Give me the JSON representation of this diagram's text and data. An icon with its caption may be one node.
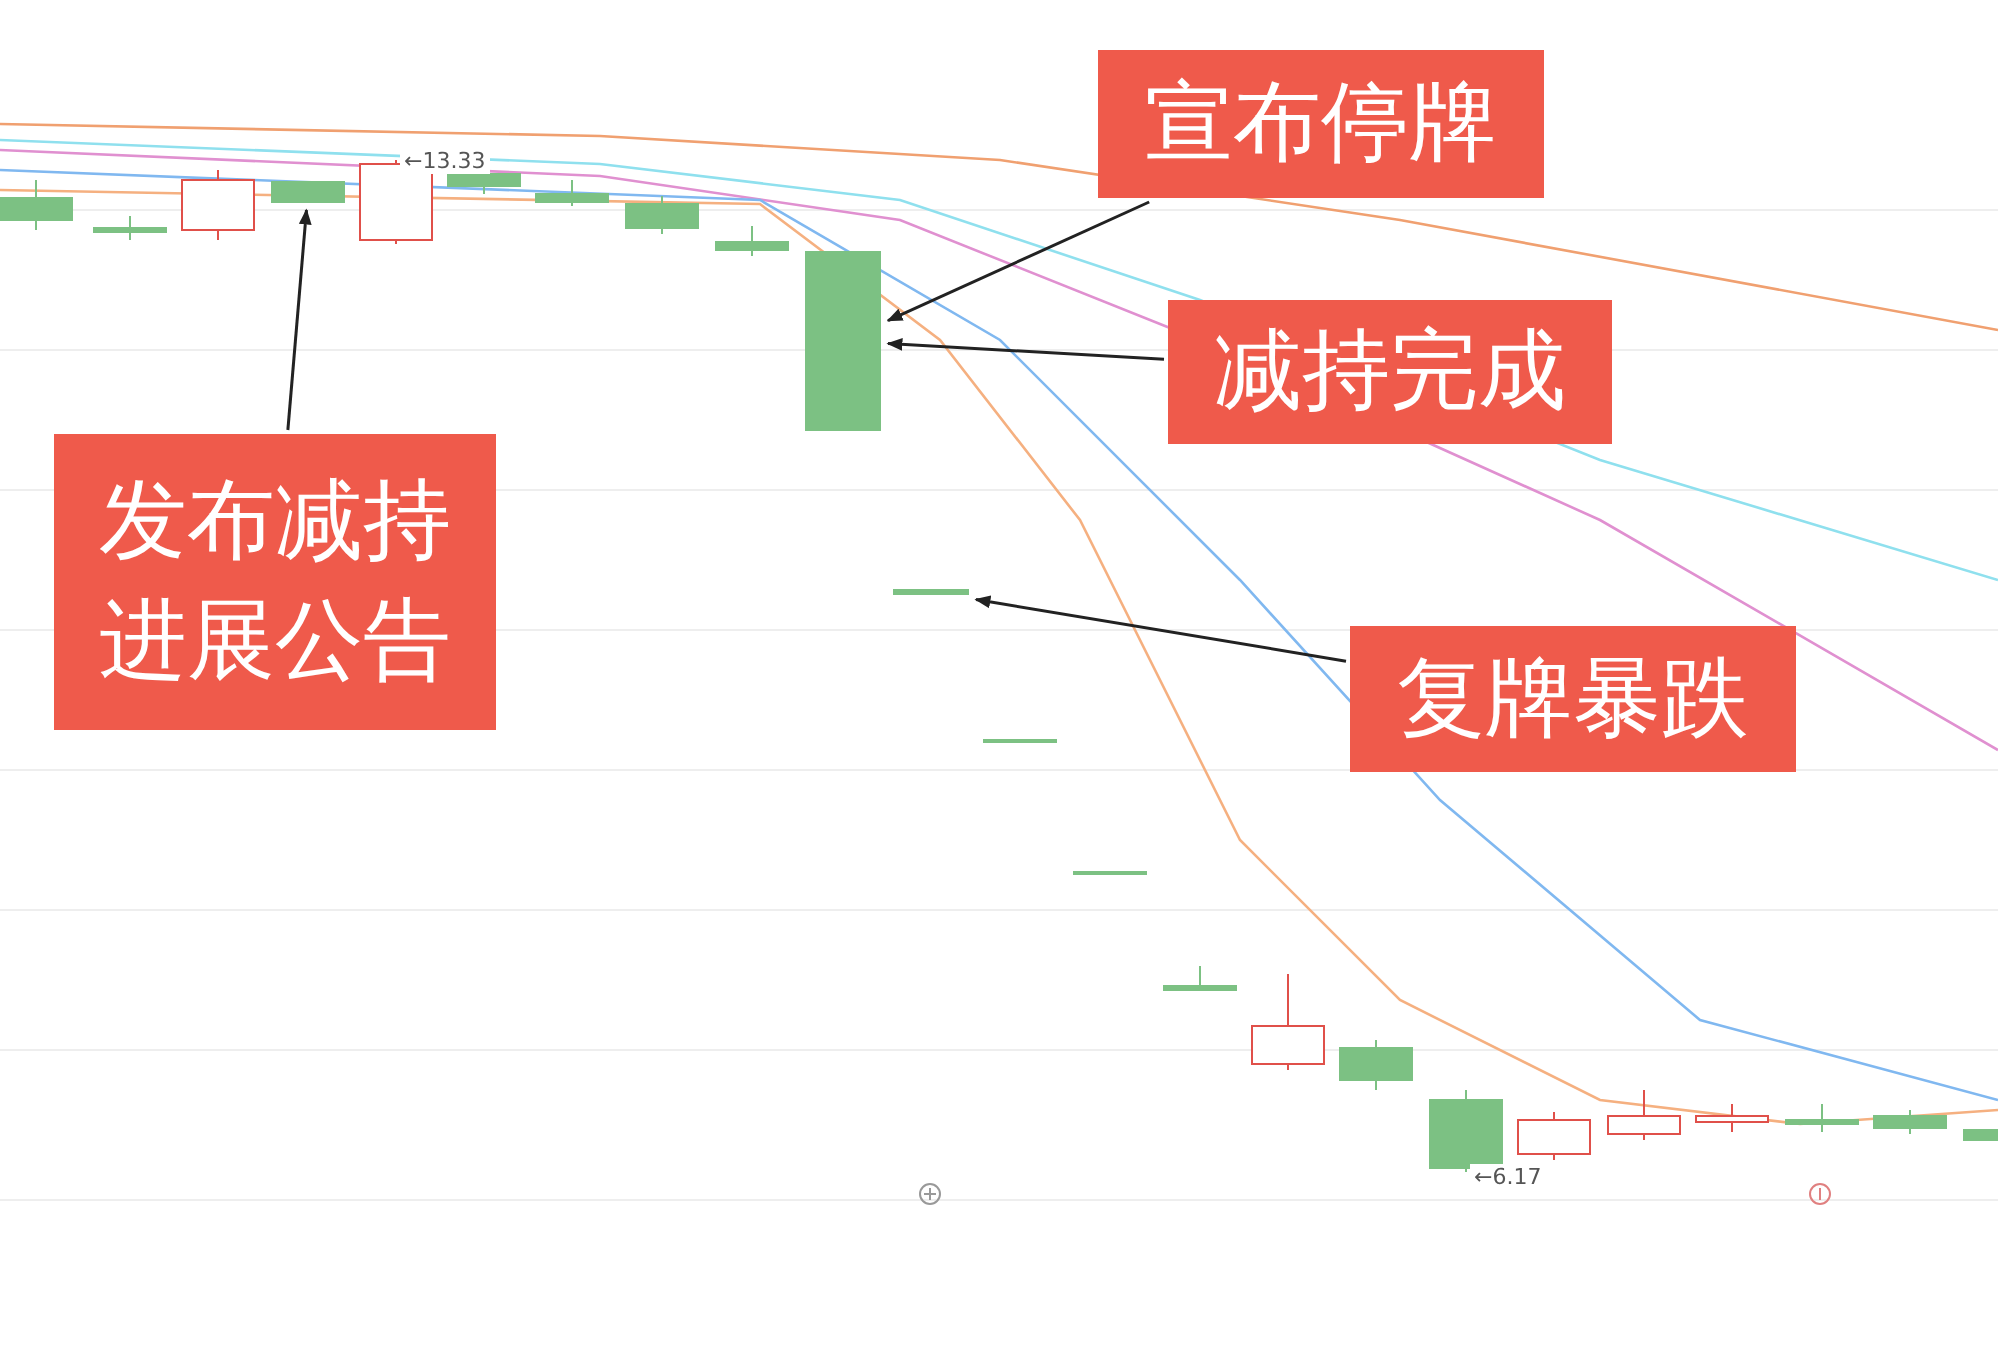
{
  "diagram": {
    "nodes": [
      {
        "text": [
          "宣布停牌"
        ]
      },
      {
        "text": [
          "减持完成"
        ]
      },
      {
        "text": [
          "发布减持进展公告"
        ]
      },
      {
        "text": [
          "复牌暴跌"
        ]
      },
      {
        "text": [],
        "shape": "bar"
      },
      {
        "text": [],
        "shape": "bar"
      },
      {
        "text": [],
        "shape": "bar"
      }
    ],
    "edges": [
      {
        "from": 0,
        "to": 5,
        "arrow": "to"
      },
      {
        "from": 1,
        "to": 5,
        "arrow": "to"
      },
      {
        "from": 2,
        "to": 4,
        "arrow": "to"
      },
      {
        "from": 3,
        "to": 6,
        "arrow": "to"
      }
    ],
    "labels": [
      "←13.33",
      "←6.17"
    ]
  }
}
